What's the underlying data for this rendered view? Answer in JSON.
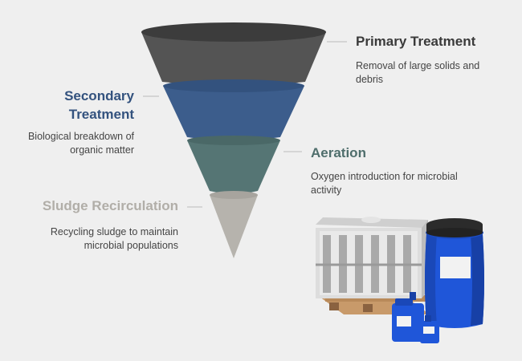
{
  "stages": [
    {
      "title": "Primary Treatment",
      "description": "Removal of large solids and debris",
      "color": "#545454"
    },
    {
      "title": "Secondary Treatment",
      "description": "Biological breakdown of organic matter",
      "color": "#3c5d8c"
    },
    {
      "title": "Aeration",
      "description": "Oxygen introduction for microbial activity",
      "color": "#557574"
    },
    {
      "title": "Sludge Recirculation",
      "description": "Recycling sludge to maintain microbial populations",
      "color": "#b6b3ad"
    }
  ],
  "illustration": {
    "name": "container-tanks-illustration",
    "colors": {
      "drum": "#1f56d9",
      "ibc-tank": "#d9d9d9",
      "pallet": "#c89a6a"
    }
  }
}
